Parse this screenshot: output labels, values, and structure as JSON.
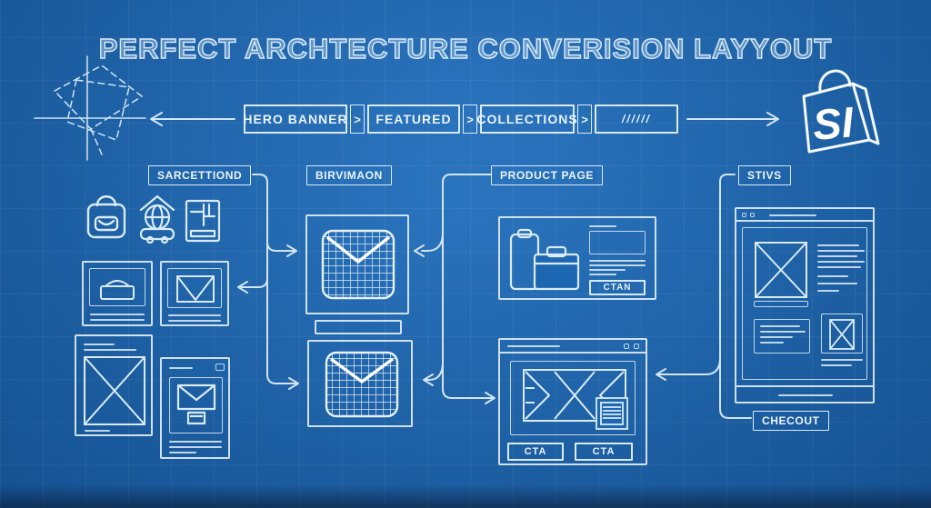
{
  "title": "PERFECT ARCHTECTURE CONVERISION LAYYOUT",
  "flow": {
    "chevron": ">",
    "steps": [
      "HERO BANNER",
      "FEATURED",
      "COLLECTIONS"
    ],
    "placeholder_step": "//////"
  },
  "section_labels": {
    "left": "SARCETTIOND",
    "center": "BIRVIMAON",
    "product": "PRODUCT PAGE",
    "right": "STIVS",
    "checkout": "CHECOUT"
  },
  "buttons": {
    "product_cta": "CTAN",
    "modal_cta_1": "CTA",
    "modal_cta_2": "CTA"
  },
  "logo": {
    "text": "SI"
  },
  "icons": {
    "left_group": [
      "shopping-bag-icon",
      "globe-home-icon",
      "layout-window-icon"
    ]
  },
  "colors": {
    "background": "#1d67b2",
    "stroke": "#d9ebf8",
    "grid": "#5b93cc"
  }
}
